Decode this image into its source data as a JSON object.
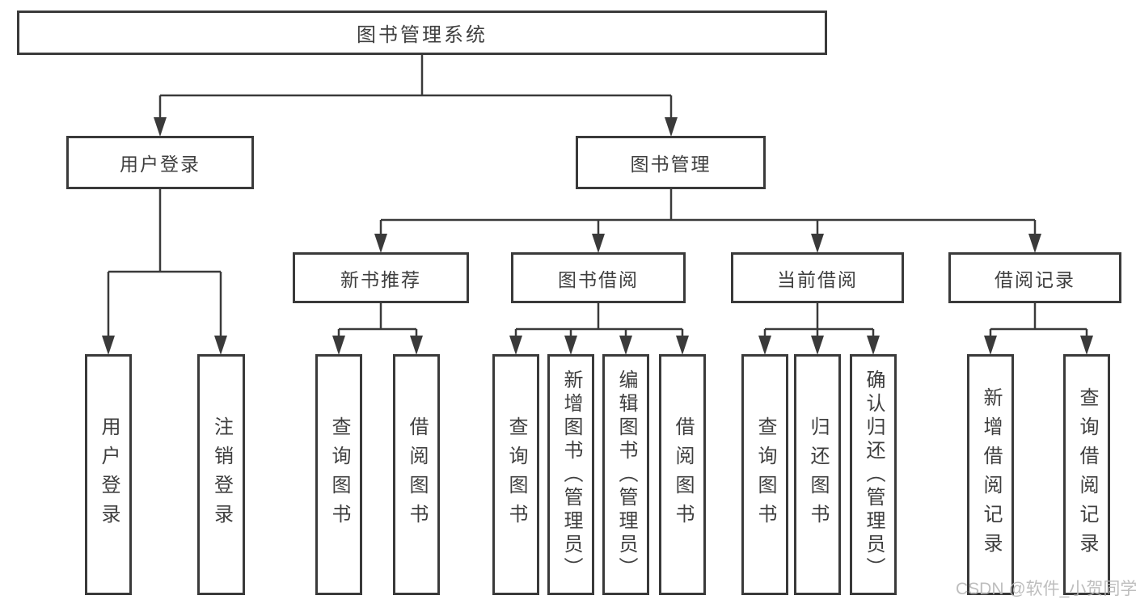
{
  "tree": {
    "root": {
      "label": "图书管理系统",
      "children": [
        {
          "label": "用户登录",
          "children": [
            {
              "label": "用户登录"
            },
            {
              "label": "注销登录"
            }
          ]
        },
        {
          "label": "图书管理",
          "children": [
            {
              "label": "新书推荐",
              "children": [
                {
                  "label": "查询图书"
                },
                {
                  "label": "借阅图书"
                }
              ]
            },
            {
              "label": "图书借阅",
              "children": [
                {
                  "label": "查询图书"
                },
                {
                  "label": "新增图书（管理员）"
                },
                {
                  "label": "编辑图书（管理员）"
                },
                {
                  "label": "借阅图书"
                }
              ]
            },
            {
              "label": "当前借阅",
              "children": [
                {
                  "label": "查询图书"
                },
                {
                  "label": "归还图书"
                },
                {
                  "label": "确认归还（管理员）"
                }
              ]
            },
            {
              "label": "借阅记录",
              "children": [
                {
                  "label": "新增借阅记录"
                },
                {
                  "label": "查询借阅记录"
                }
              ]
            }
          ]
        }
      ]
    }
  },
  "watermark": {
    "text": "CSDN @软件_小贺同学"
  },
  "colors": {
    "line": "#3a3a3a",
    "text": "#3f3f3f",
    "background": "#ffffff",
    "watermark": "#b8b8b8"
  }
}
